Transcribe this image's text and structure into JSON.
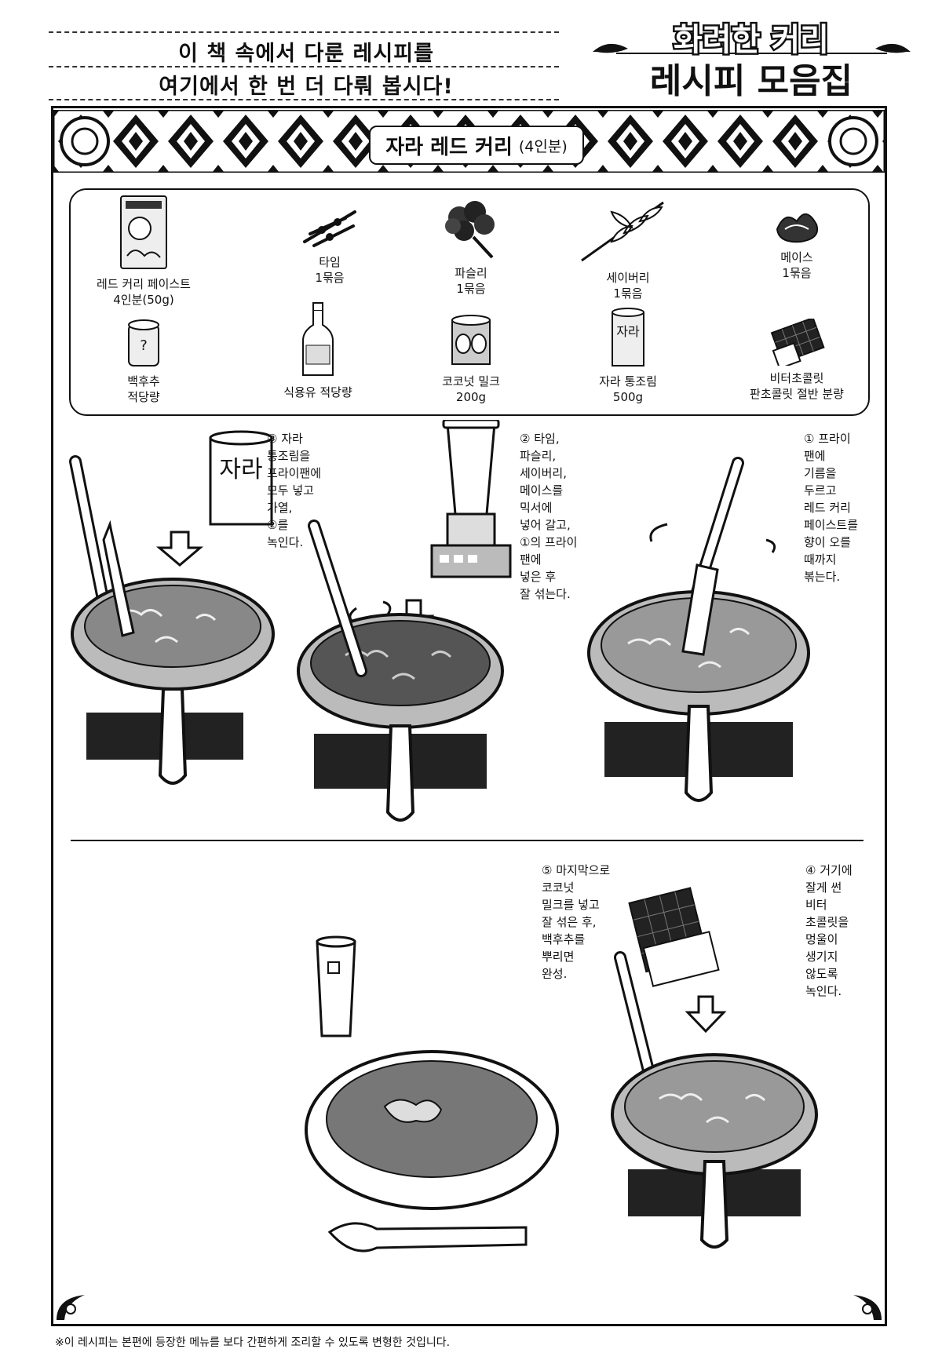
{
  "header": {
    "intro_line1": "이 책 속에서 다룬 레시피를",
    "intro_line2": "여기에서 한 번 더 다뤄 봅시다!",
    "logo_line1": "화려한 커리",
    "logo_line2": "레시피 모음집"
  },
  "recipe": {
    "title": "자라 레드 커리",
    "servings": "(4인분)"
  },
  "ingredients": [
    {
      "name": "레드 커리 페이스트",
      "amount": "4인분(50g)",
      "icon": "curry-paste-packet-icon"
    },
    {
      "name": "타임",
      "amount": "1묶음",
      "icon": "thyme-icon"
    },
    {
      "name": "파슬리",
      "amount": "1묶음",
      "icon": "parsley-icon"
    },
    {
      "name": "세이버리",
      "amount": "1묶음",
      "icon": "savory-herb-icon"
    },
    {
      "name": "메이스",
      "amount": "1묶음",
      "icon": "mace-icon"
    },
    {
      "name": "백후추",
      "amount": "적당량",
      "icon": "pepper-shaker-icon"
    },
    {
      "name": "식용유 적당량",
      "amount": "",
      "icon": "oil-bottle-icon"
    },
    {
      "name": "코코넛 밀크",
      "amount": "200g",
      "icon": "coconut-milk-can-icon"
    },
    {
      "name": "자라 통조림",
      "amount": "500g",
      "icon": "turtle-can-icon"
    },
    {
      "name": "비터초콜릿",
      "amount": "판초콜릿 절반 분량",
      "icon": "chocolate-bar-icon"
    }
  ],
  "can_label": "자라",
  "steps": {
    "s1": "① 프라이\n팬에\n기름을\n두르고\n레드 커리\n페이스트를\n향이 오를\n때까지\n볶는다.",
    "s2": "② 타임,\n파슬리,\n세이버리,\n메이스를\n믹서에\n넣어 갈고,\n①의 프라이\n팬에\n넣은 후\n잘 섞는다.",
    "s3": "③ 자라\n통조림을\n프라이팬에\n모두 넣고\n가열,\n②를\n녹인다.",
    "s4": "④ 거기에\n잘게 썬\n비터\n초콜릿을\n멍울이\n생기지\n않도록\n녹인다.",
    "s5": "⑤ 마지막으로\n코코넛\n밀크를 넣고\n잘 섞은 후,\n백후추를\n뿌리면\n완성."
  },
  "footnote": "※이 레시피는 본편에 등장한 메뉴를 보다 간편하게 조리할 수 있도록 변형한 것입니다."
}
